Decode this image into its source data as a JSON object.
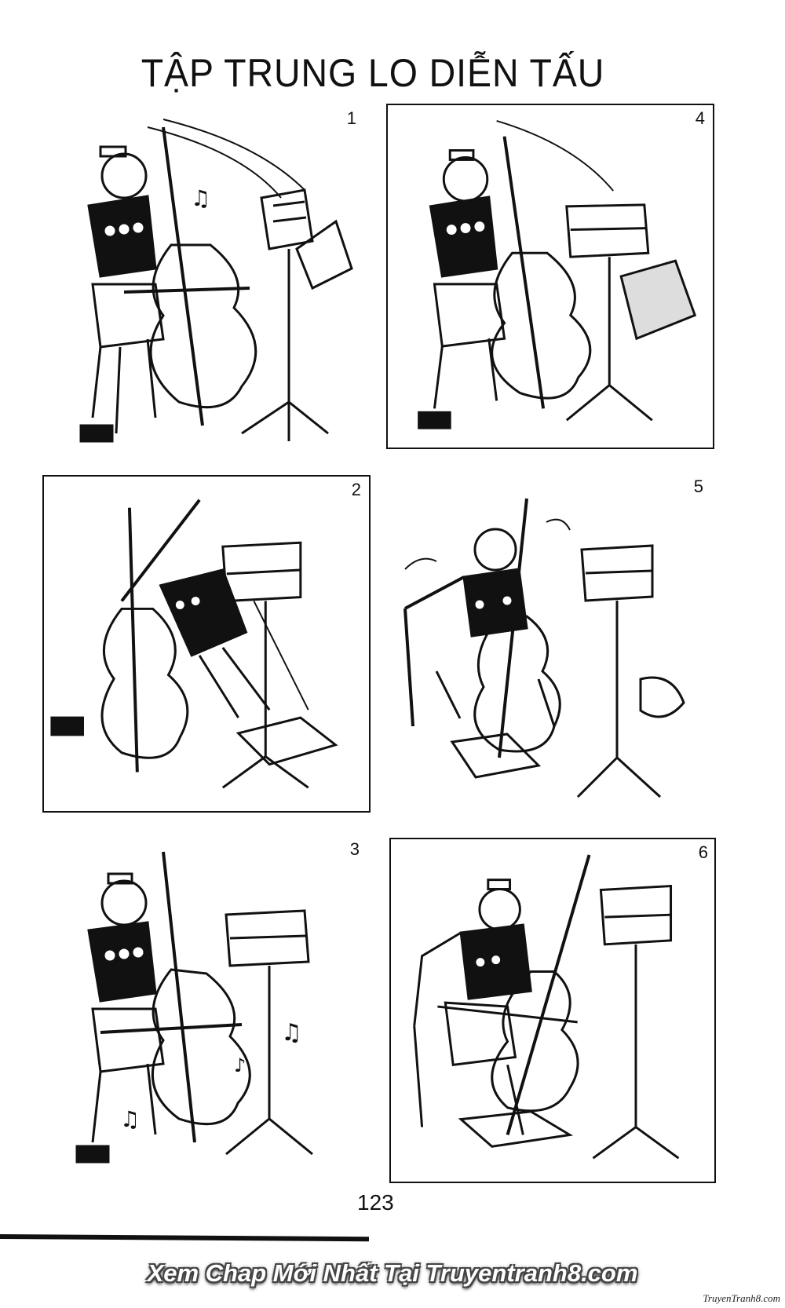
{
  "page": {
    "title": "TẬP TRUNG LO DIỄN TẤU",
    "page_number": "123",
    "banner": "Xem Chap Mới Nhất Tại Truyentranh8.com",
    "watermark": "TruyenTranh8.com"
  },
  "panels": [
    {
      "number": "1",
      "boxed": false
    },
    {
      "number": "4",
      "boxed": true
    },
    {
      "number": "2",
      "boxed": true
    },
    {
      "number": "5",
      "boxed": false
    },
    {
      "number": "3",
      "boxed": false
    },
    {
      "number": "6",
      "boxed": true
    }
  ]
}
